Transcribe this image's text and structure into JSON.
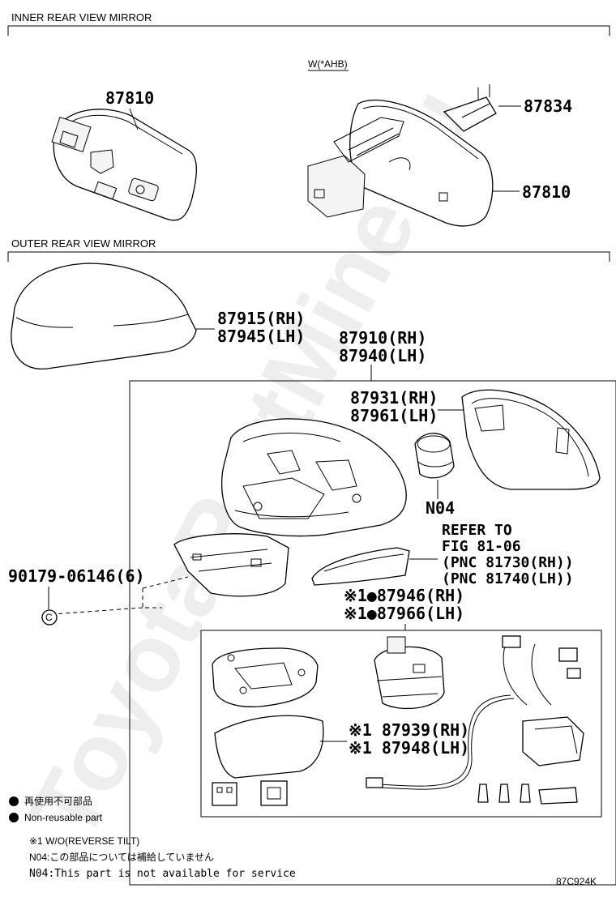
{
  "sections": {
    "inner": "INNER REAR VIEW MIRROR",
    "outer": "OUTER REAR VIEW MIRROR"
  },
  "variant_label": "W(*AHB)",
  "parts": {
    "p87810_left": "87810",
    "p87834": "87834",
    "p87810_right": "87810",
    "p87915": "87915(RH)",
    "p87945": "87945(LH)",
    "p87910": "87910(RH)",
    "p87940": "87940(LH)",
    "p87931": "87931(RH)",
    "p87961": "87961(LH)",
    "n04": "N04",
    "refer_line1": "REFER TO",
    "refer_line2": "FIG 81-06",
    "refer_line3": "(PNC 81730(RH))",
    "refer_line4": "(PNC 81740(LH))",
    "p90179": "90179-06146(6)",
    "p87946": "※1●87946(RH)",
    "p87966": "※1●87966(LH)",
    "p87939": "※1 87939(RH)",
    "p87948": "※1 87948(LH)"
  },
  "legend": {
    "jp": "再使用不可部品",
    "en": "Non-reusable part"
  },
  "notes": {
    "note1": "※1 W/O(REVERSE TILT)",
    "note2": "N04:この部品については補給していません",
    "note3": "N04:This part is not available for service"
  },
  "figure_code": "87C924K",
  "watermark": "ToyotaPartMine.ru",
  "clip_symbol": "C"
}
